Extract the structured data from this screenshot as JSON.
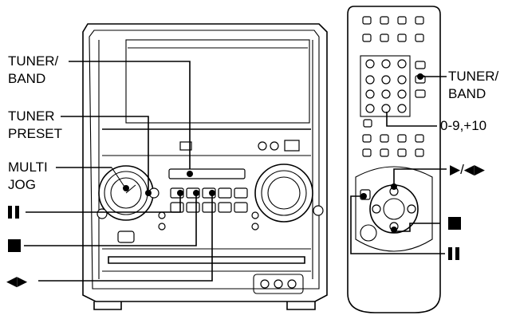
{
  "labels": {
    "tuner_band_left": [
      "TUNER/",
      "BAND"
    ],
    "tuner_preset": [
      "TUNER",
      "PRESET"
    ],
    "multi_jog": [
      "MULTI",
      "JOG"
    ],
    "tuner_band_right": [
      "TUNER/",
      "BAND"
    ],
    "numeric": "0-9,+10",
    "play_symbols": "▶/◀▶",
    "search_symbols": "◀▶"
  },
  "icons": {
    "pause": "pause-icon",
    "stop": "stop-icon"
  }
}
